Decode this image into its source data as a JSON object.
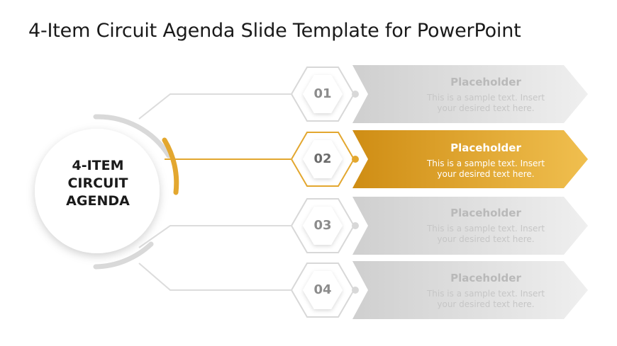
{
  "slide": {
    "title": "4-Item Circuit Agenda Slide Template for PowerPoint",
    "center_label": [
      "4-ITEM",
      "CIRCUIT",
      "AGENDA"
    ],
    "colors": {
      "accent": "#e3a72f",
      "accent_dark": "#d08f16",
      "muted": "#d9d9d9",
      "line": "#dcdcdc"
    }
  },
  "items": [
    {
      "number": "01",
      "title": "Placeholder",
      "body": [
        "This is a sample text. Insert",
        "your desired text here."
      ],
      "active": false
    },
    {
      "number": "02",
      "title": "Placeholder",
      "body": [
        "This is a sample text. Insert",
        "your desired text here."
      ],
      "active": true
    },
    {
      "number": "03",
      "title": "Placeholder",
      "body": [
        "This is a sample text. Insert",
        "your desired text here."
      ],
      "active": false
    },
    {
      "number": "04",
      "title": "Placeholder",
      "body": [
        "This is a sample text. Insert",
        "your desired text here."
      ],
      "active": false
    }
  ]
}
